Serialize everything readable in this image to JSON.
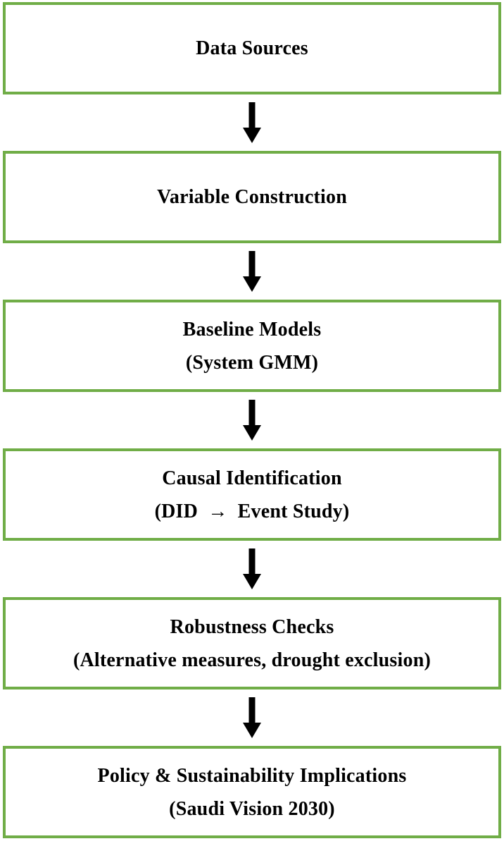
{
  "diagram": {
    "title": "Research methodology flowchart",
    "box_border_color": "#70AD47",
    "text_color": "#000000",
    "arrow_color": "#000000",
    "steps": [
      {
        "id": "data-sources",
        "lines": [
          "Data Sources"
        ]
      },
      {
        "id": "variable-construction",
        "lines": [
          "Variable Construction"
        ]
      },
      {
        "id": "baseline-models",
        "lines": [
          "Baseline Models",
          "(System GMM)"
        ]
      },
      {
        "id": "causal-identification",
        "lines": [
          "Causal Identification",
          "(DID → Event Study)"
        ]
      },
      {
        "id": "robustness-checks",
        "lines": [
          "Robustness Checks",
          "(Alternative measures, drought exclusion)"
        ]
      },
      {
        "id": "policy-implications",
        "lines": [
          "Policy & Sustainability Implications",
          "(Saudi Vision 2030)"
        ]
      }
    ]
  }
}
